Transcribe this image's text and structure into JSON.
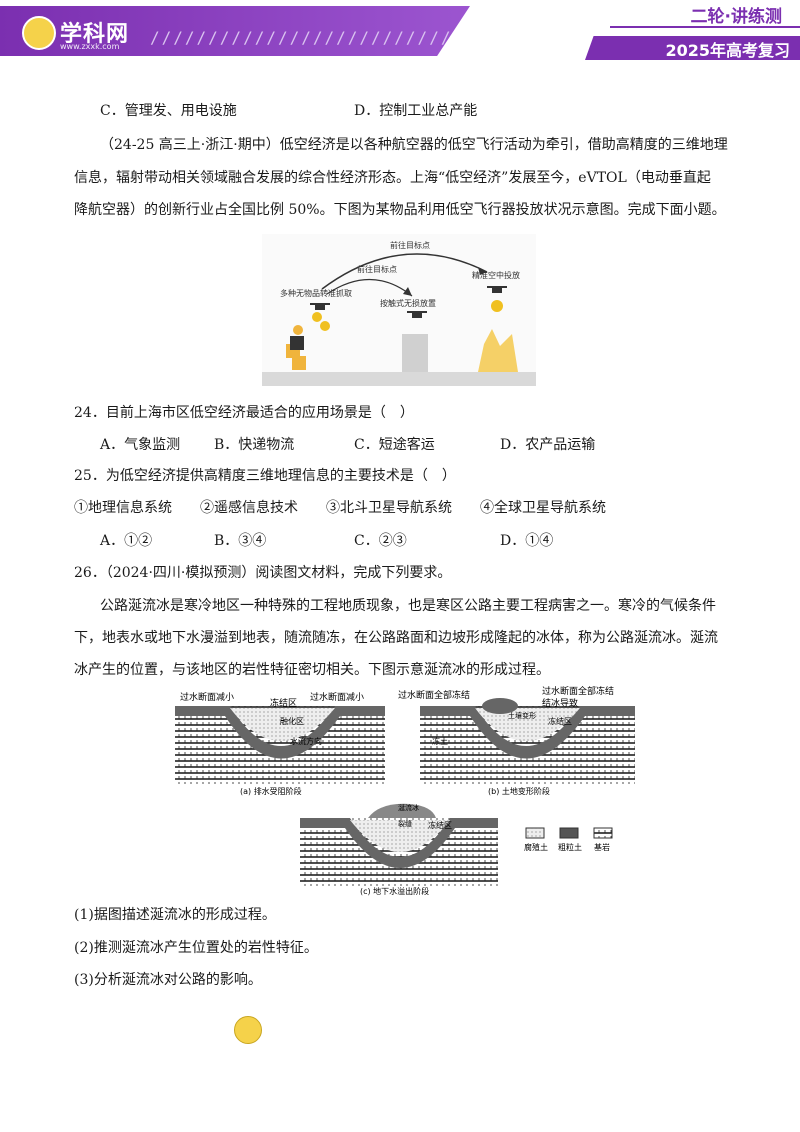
{
  "header": {
    "logo_text": "学科网",
    "logo_url_text": "www.zxxk.com",
    "slashes": "///////////////////////////",
    "tag_top": "二轮·讲练测",
    "tag_bottom": "2025年高考复习"
  },
  "prev_options": {
    "c": "C．管理发、用电设施",
    "d": "D．控制工业总产能"
  },
  "passage1": {
    "line1": "（24-25 高三上·浙江·期中）低空经济是以各种航空器的低空飞行活动为牵引，借助高精度的三维地理",
    "line2": "信息，辐射带动相关领域融合发展的综合性经济形态。上海“低空经济”发展至今，eVTOL（电动垂直起",
    "line3": "降航空器）的创新行业占全国比例 50%。下图为某物品利用低空飞行器投放状况示意图。完成下面小题。"
  },
  "fig1": {
    "label_top": "前往目标点",
    "label_mid": "前往目标点",
    "label_left": "多种无物品转准抓取",
    "label_center": "按触式无损放置",
    "label_right": "精准空中投放"
  },
  "q24": {
    "stem": "24．目前上海市区低空经济最适合的应用场景是（　）",
    "a": "A．气象监测",
    "b": "B．快递物流",
    "c": "C．短途客运",
    "d": "D．农产品运输"
  },
  "q25": {
    "stem": "25．为低空经济提供高精度三维地理信息的主要技术是（　）",
    "items": "①地理信息系统　　②遥感信息技术　　③北斗卫星导航系统　　④全球卫星导航系统",
    "a": "A．①②",
    "b": "B．③④",
    "c": "C．②③",
    "d": "D．①④"
  },
  "q26": {
    "stem": "26．（2024·四川·模拟预测）阅读图文材料，完成下列要求。",
    "p1": "公路涎流冰是寒冷地区一种特殊的工程地质现象，也是寒区公路主要工程病害之一。寒冷的气候条件",
    "p2": "下，地表水或地下水漫溢到地表，随流随冻，在公路路面和边坡形成隆起的冰体，称为公路涎流冰。涎流",
    "p3": "冰产生的位置，与该地区的岩性特征密切相关。下图示意涎流冰的形成过程。",
    "sub1": "(1)据图描述涎流冰的形成过程。",
    "sub2": "(2)推测涎流冰产生位置处的岩性特征。",
    "sub3": "(3)分析涎流冰对公路的影响。"
  },
  "fig2": {
    "a_label_left": "过水断面减小",
    "a_label_freeze": "冻结区",
    "a_label_right": "过水断面减小",
    "a_label_thaw": "融化区",
    "a_label_flow": "水流方向",
    "a_caption": "(a) 排水受阻阶段",
    "b_label_left": "过水断面全部冻结",
    "b_label_right": "过水断面全部冻结",
    "b_label_ice": "结冰导致",
    "b_label_deform": "土壤变形",
    "b_label_freeze": "冻结区",
    "b_label_thaw": "冻土",
    "b_caption": "(b) 土地变形阶段",
    "c_label_ice": "涎流冰",
    "c_label_crack": "裂缝",
    "c_label_freeze": "冻结区",
    "c_caption": "(c) 地下水溢出阶段",
    "legend_1": "腐殖土",
    "legend_2": "粗粒土",
    "legend_3": "基岩"
  }
}
